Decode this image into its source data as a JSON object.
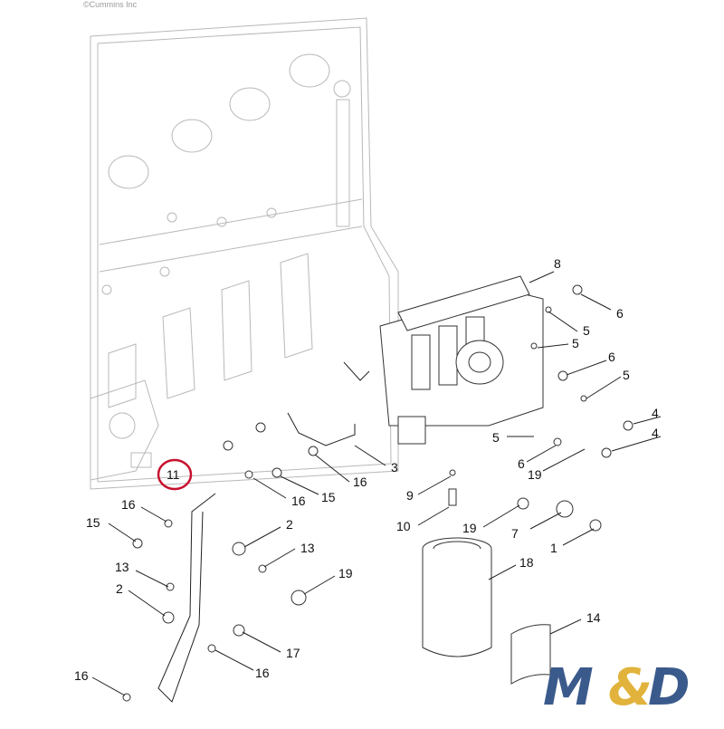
{
  "copyright": "©Cummins Inc",
  "brand": {
    "letters": [
      "M",
      "&",
      "D"
    ]
  },
  "highlighted_callout": "11",
  "callouts": [
    {
      "id": "c8a",
      "label": "8"
    },
    {
      "id": "c6a",
      "label": "6"
    },
    {
      "id": "c5a",
      "label": "5"
    },
    {
      "id": "c5b",
      "label": "5"
    },
    {
      "id": "c6b",
      "label": "6"
    },
    {
      "id": "c5c",
      "label": "5"
    },
    {
      "id": "c4a",
      "label": "4"
    },
    {
      "id": "c4b",
      "label": "4"
    },
    {
      "id": "c5d",
      "label": "5"
    },
    {
      "id": "c6c",
      "label": "6"
    },
    {
      "id": "c19a",
      "label": "19"
    },
    {
      "id": "c3",
      "label": "3"
    },
    {
      "id": "c16a",
      "label": "16"
    },
    {
      "id": "c11",
      "label": "11"
    },
    {
      "id": "c16b",
      "label": "16"
    },
    {
      "id": "c15a",
      "label": "15"
    },
    {
      "id": "c9",
      "label": "9"
    },
    {
      "id": "c16c",
      "label": "16"
    },
    {
      "id": "c15b",
      "label": "15"
    },
    {
      "id": "c10",
      "label": "10"
    },
    {
      "id": "c19b",
      "label": "19"
    },
    {
      "id": "c7",
      "label": "7"
    },
    {
      "id": "c2a",
      "label": "2"
    },
    {
      "id": "c1",
      "label": "1"
    },
    {
      "id": "c13a",
      "label": "13"
    },
    {
      "id": "c18",
      "label": "18"
    },
    {
      "id": "c13b",
      "label": "13"
    },
    {
      "id": "c19c",
      "label": "19"
    },
    {
      "id": "c2b",
      "label": "2"
    },
    {
      "id": "c14",
      "label": "14"
    },
    {
      "id": "c17",
      "label": "17"
    },
    {
      "id": "c16d",
      "label": "16"
    },
    {
      "id": "c16e",
      "label": "16"
    }
  ],
  "colors": {
    "brand_blue": "#3b5a8c",
    "brand_gold": "#e1b33c",
    "highlight_red": "#c8102e",
    "line": "#222222"
  }
}
